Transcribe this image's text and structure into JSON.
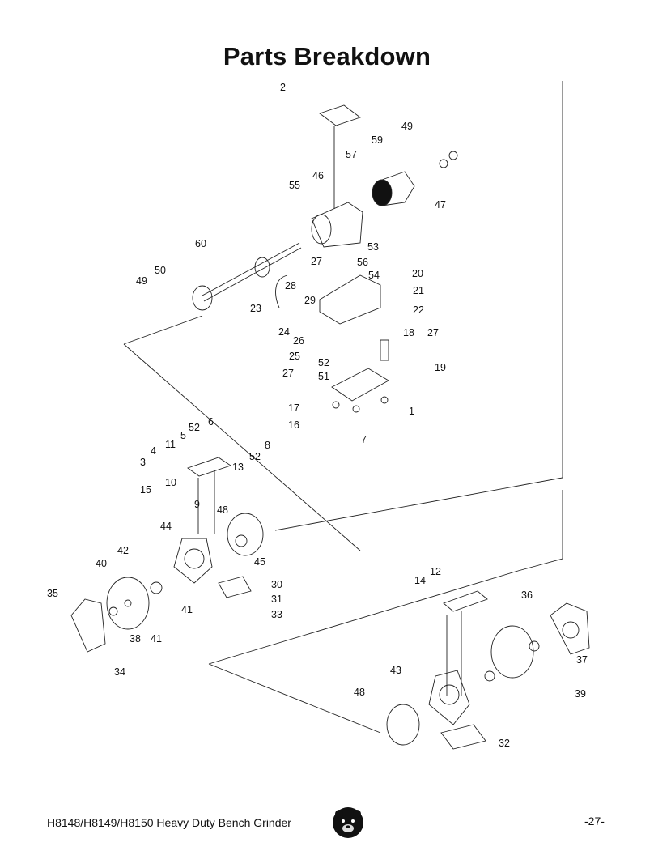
{
  "page": {
    "title": "Parts Breakdown",
    "footer_text": "H8148/H8149/H8150 Heavy Duty Bench Grinder",
    "page_number": "-27-"
  },
  "diagram": {
    "callouts": [
      "2",
      "49",
      "59",
      "57",
      "46",
      "55",
      "47",
      "53",
      "56",
      "60",
      "27",
      "50",
      "28",
      "20",
      "54",
      "49",
      "29",
      "23",
      "21",
      "22",
      "24",
      "26",
      "18",
      "27",
      "25",
      "52",
      "19",
      "27",
      "51",
      "17",
      "1",
      "16",
      "7",
      "6",
      "52",
      "5",
      "8",
      "11",
      "52",
      "4",
      "13",
      "3",
      "10",
      "9",
      "15",
      "48",
      "44",
      "45",
      "42",
      "30",
      "40",
      "31",
      "41",
      "33",
      "35",
      "38",
      "41",
      "34",
      "12",
      "14",
      "36",
      "37",
      "43",
      "39",
      "48",
      "32"
    ]
  },
  "logo": {
    "icon": "bear-head-logo-icon"
  }
}
